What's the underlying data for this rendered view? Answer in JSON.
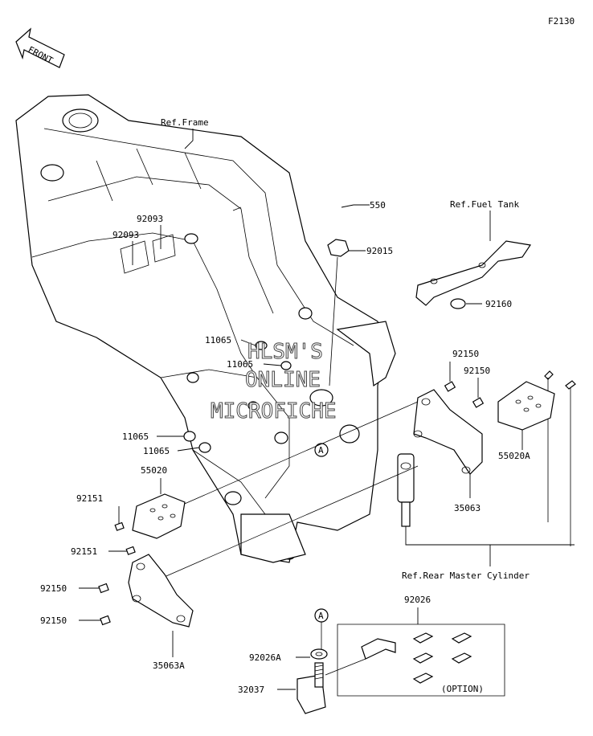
{
  "figure_code": "F2130",
  "front_arrow": "FRONT",
  "labels": {
    "ref_frame": "Ref.Frame",
    "ref_fuel_tank": "Ref.Fuel Tank",
    "ref_rear_master_cylinder": "Ref.Rear Master Cylinder",
    "option": "(OPTION)"
  },
  "part_numbers": {
    "p92093_a": "92093",
    "p92093_b": "92093",
    "p550": "550",
    "p92015": "92015",
    "p92160": "92160",
    "p11065_a": "11065",
    "p11065_b": "11065",
    "p11065_c": "11065",
    "p11065_d": "11065",
    "p92150_a": "92150",
    "p92150_b": "92150",
    "p92150_c": "92150",
    "p92150_d": "92150",
    "p55020A": "55020A",
    "p35063": "35063",
    "p55020": "55020",
    "p92151_a": "92151",
    "p92151_b": "92151",
    "p35063A": "35063A",
    "p92026": "92026",
    "p92026A": "92026A",
    "p32037": "32037"
  },
  "callouts": {
    "a1": "A",
    "a2": "A"
  },
  "watermark": {
    "line1": "HLSM'S",
    "line2": "ONLINE",
    "line3": "MICROFICHE"
  }
}
